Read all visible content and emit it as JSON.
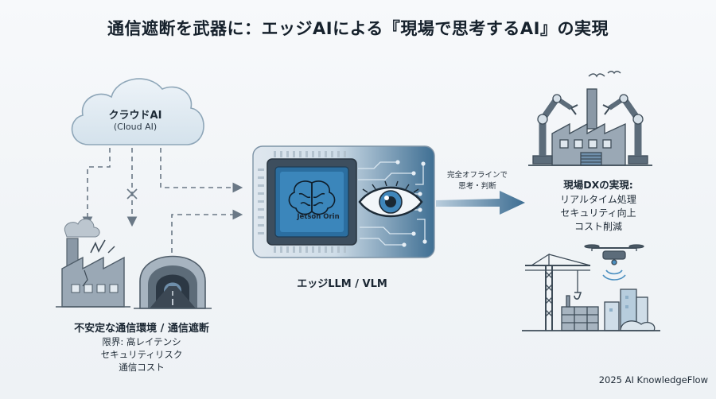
{
  "title": "通信遮断を武器に：エッジAIによる『現場で思考するAI』の実現",
  "cloud": {
    "label": "クラウドAI",
    "sublabel": "(Cloud AI)"
  },
  "edge": {
    "chip_label": "Jetson Orin",
    "label": "エッジLLM / VLM"
  },
  "arrow_label": {
    "line1": "完全オフラインで",
    "line2": "思考・判断"
  },
  "dx": {
    "title": "現場DXの実現:",
    "items": [
      "リアルタイム処理",
      "セキュリティ向上",
      "コスト削減"
    ]
  },
  "unstable": {
    "title": "不安定な通信環境 / 通信遮断",
    "limits": [
      "限界: 高レイテンシ",
      "セキュリティリスク",
      "通信コスト"
    ]
  },
  "credit": "2025 AI KnowledgeFlow",
  "colors": {
    "accent": "#4a8fc0",
    "dark_slate": "#4a5a6a",
    "light_blue": "#cfe0ec",
    "gray_structure": "#8a98a6",
    "cloud_fill": "#dde8f1"
  },
  "icons": [
    "cloud-icon",
    "factory-broken-icon",
    "tunnel-icon",
    "ai-chip-icon",
    "brain-icon",
    "eye-icon",
    "robot-factory-icon",
    "construction-drone-icon",
    "bird-icon"
  ]
}
